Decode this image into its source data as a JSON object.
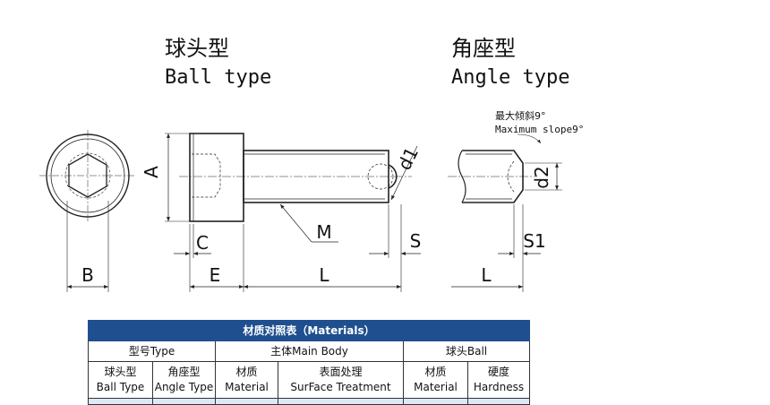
{
  "headings": {
    "ball_cn": "球头型",
    "ball_en": "Ball type",
    "angle_cn": "角座型",
    "angle_en": "Angle type"
  },
  "slope_note": {
    "cn": "最大倾斜9°",
    "en": "Maximum slope9°"
  },
  "dimensions": {
    "a": "A",
    "b": "B",
    "c": "C",
    "e": "E",
    "l1": "L",
    "l2": "L",
    "m": "M",
    "s": "S",
    "s1": "S1",
    "d1": "d1",
    "d2": "d2"
  },
  "table": {
    "title": "材质对照表（Materials）",
    "groups": {
      "type": "型号Type",
      "main_body": "主体Main Body",
      "ball": "球头Ball"
    },
    "columns": [
      {
        "cn": "球头型",
        "en": "Ball Type"
      },
      {
        "cn": "角座型",
        "en": "Angle Type"
      },
      {
        "cn": "材质",
        "en": "Material"
      },
      {
        "cn": "表面处理",
        "en": "SurFace Treatment"
      },
      {
        "cn": "材质",
        "en": "Material"
      },
      {
        "cn": "硬度",
        "en": "Hardness"
      }
    ]
  },
  "colors": {
    "header_blue": "#1f4f8f",
    "line": "#222222"
  }
}
